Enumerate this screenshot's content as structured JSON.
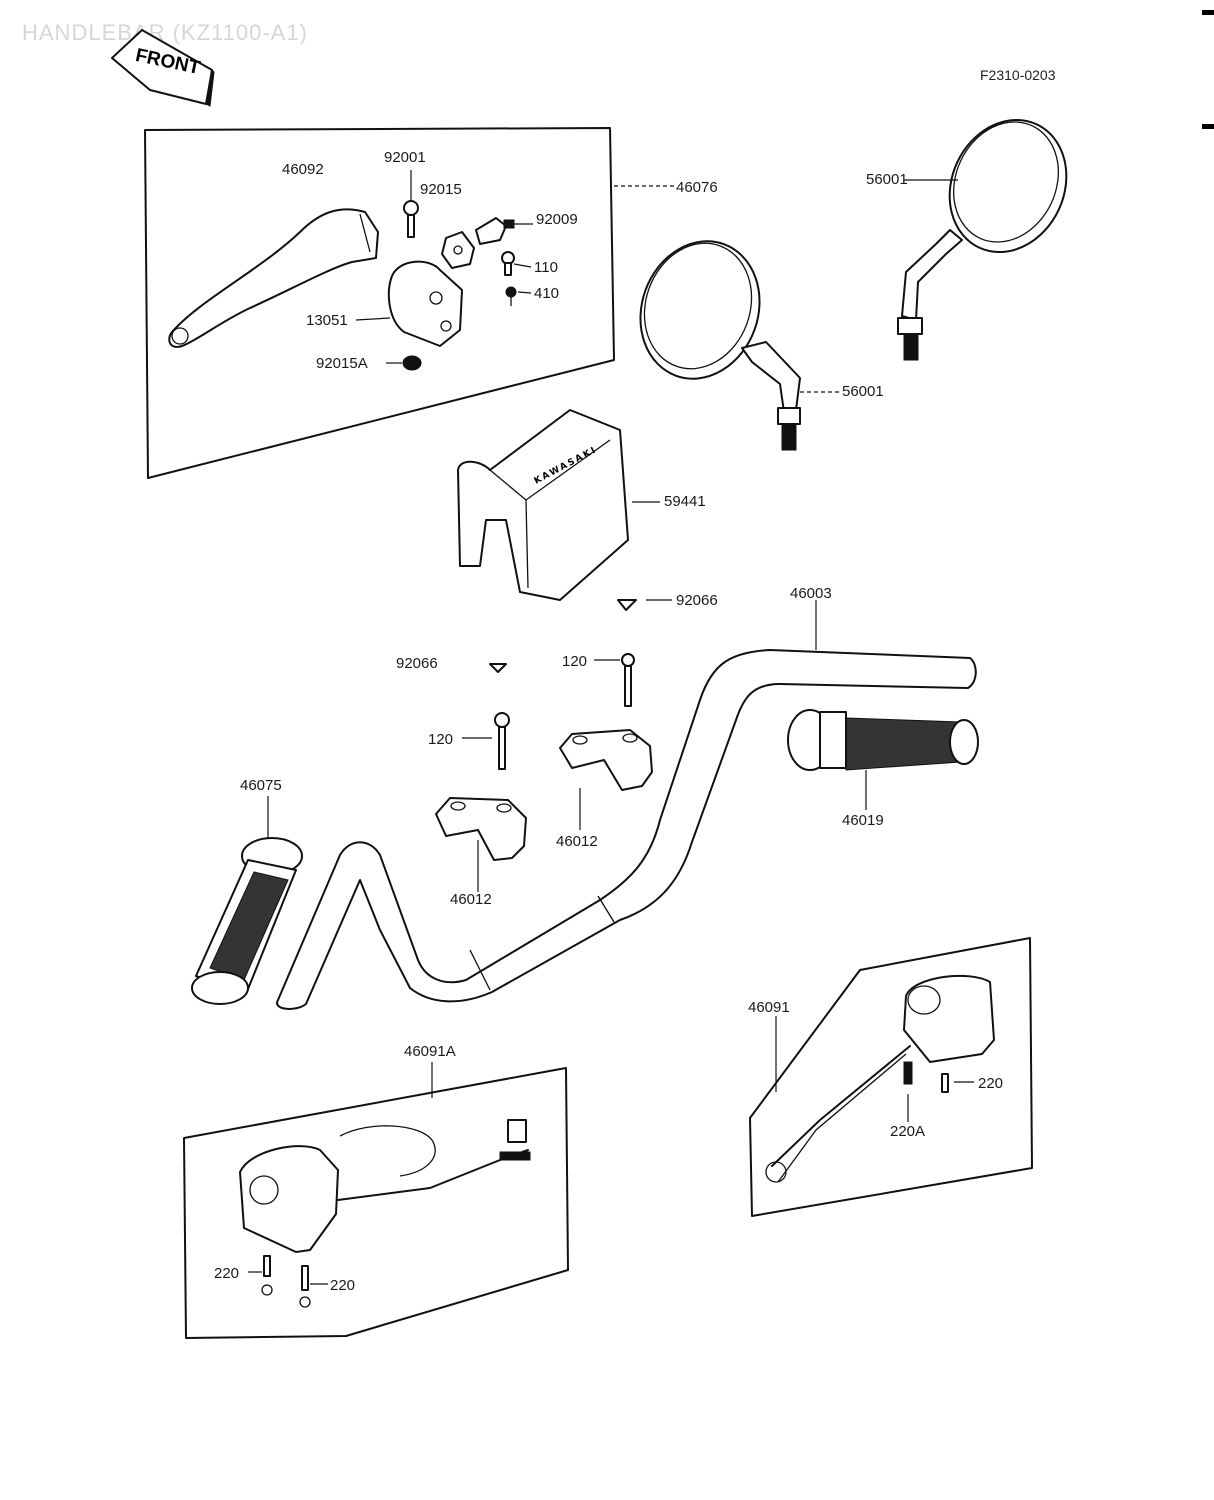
{
  "header": {
    "title": "HANDLEBAR (KZ1100-A1)",
    "figure_ref": "F2310-0203",
    "front_badge": "FRONT",
    "brand_text": "KAWASAKI"
  },
  "callouts": {
    "c46092": "46092",
    "c92001": "92001",
    "c92015": "92015",
    "c46076": "46076",
    "c92009": "92009",
    "c110": "110",
    "c410": "410",
    "c13051": "13051",
    "c92015A": "92015A",
    "c56001_left": "56001",
    "c56001_right": "56001",
    "c59441": "59441",
    "c92066_top": "92066",
    "c46003": "46003",
    "c92066_mid": "92066",
    "c120_top": "120",
    "c120_mid": "120",
    "c46075": "46075",
    "c46019": "46019",
    "c46012_right": "46012",
    "c46012_left": "46012",
    "c46091": "46091",
    "c220_right": "220",
    "c220A": "220A",
    "c46091A": "46091A",
    "c220_a": "220",
    "c220_b": "220"
  },
  "colors": {
    "ink": "#111111",
    "paper": "#ffffff",
    "faded": "#d6d6d6"
  }
}
